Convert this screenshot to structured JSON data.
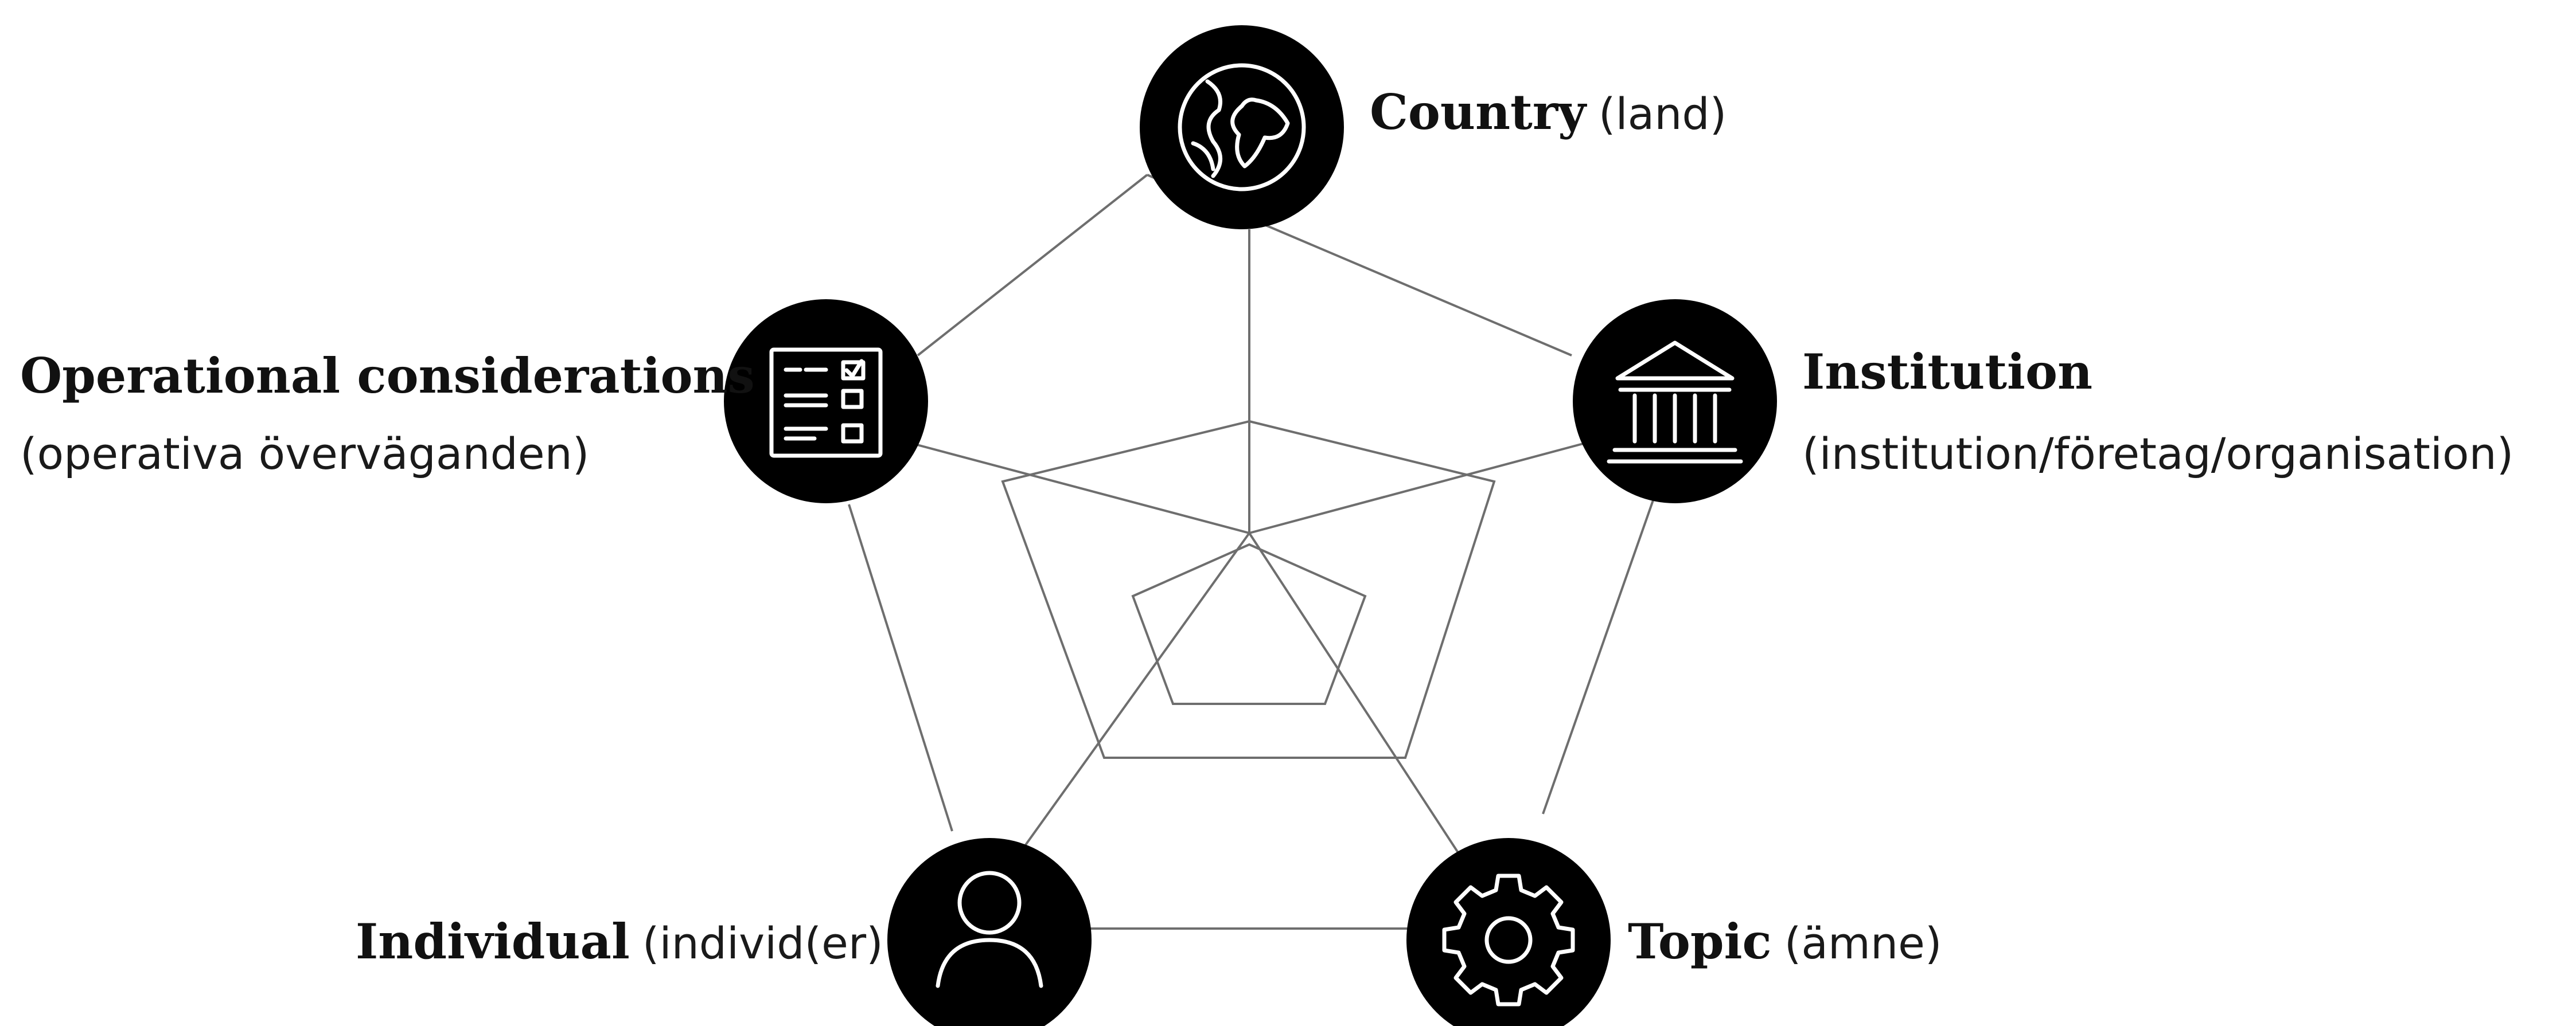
{
  "nodes": {
    "country": {
      "title": "Country",
      "sub": "(land)",
      "icon": "globe-icon"
    },
    "institution": {
      "title": "Institution",
      "sub": "(institution/företag/organisation)",
      "icon": "building-icon"
    },
    "topic": {
      "title": "Topic",
      "sub": "(ämne)",
      "icon": "gear-icon"
    },
    "individual": {
      "title": "Individual",
      "sub": "(individ(er)",
      "icon": "person-icon"
    },
    "operational": {
      "title": "Operational considerations",
      "sub": "(operativa överväganden)",
      "icon": "checklist-icon"
    }
  },
  "colors": {
    "node": "#000000",
    "line": "#6e6e6e",
    "text": "#111111"
  }
}
